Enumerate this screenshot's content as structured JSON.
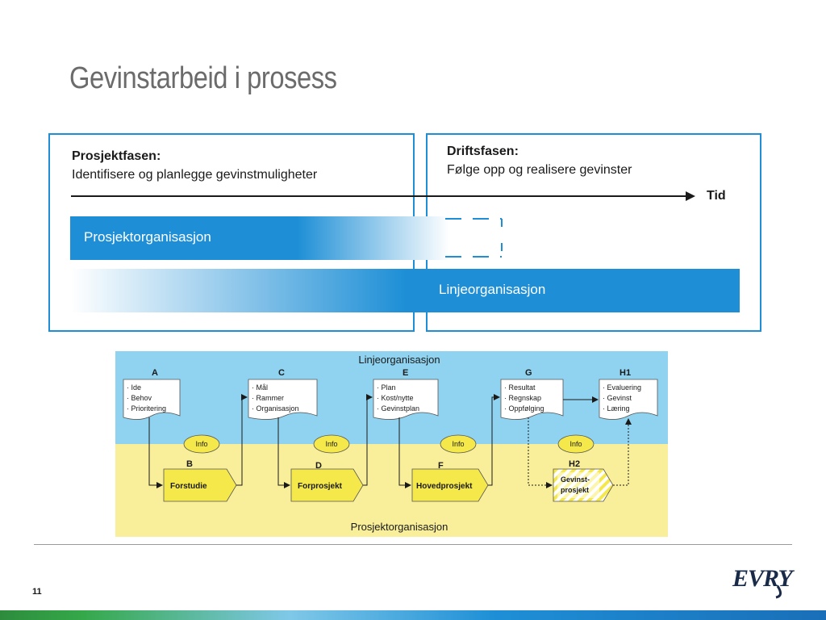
{
  "slide": {
    "title": "Gevinstarbeid i prosess",
    "page_number": "11",
    "logo_text": "EVRY"
  },
  "upper": {
    "project_phase": {
      "title": "Prosjektfasen:",
      "subtitle": "Identifisere og planlegge gevinstmuligheter"
    },
    "operation_phase": {
      "title": "Driftsfasen:",
      "subtitle": "Følge opp og realisere gevinster"
    },
    "time_label": "Tid",
    "project_org_band": "Prosjektorganisasjon",
    "line_org_band": "Linjeorganisasjon"
  },
  "lower": {
    "top_label": "Linjeorganisasjon",
    "bottom_label": "Prosjektorganisasjon",
    "colors": {
      "top_bg": "#8fd3f0",
      "bottom_bg": "#f9ef9a",
      "shape_fill": "#f5e84a"
    },
    "documents": [
      {
        "letter": "A",
        "items": [
          "· Ide",
          "· Behov",
          "· Prioritering"
        ]
      },
      {
        "letter": "C",
        "items": [
          "· Mål",
          "· Rammer",
          "· Organisasjon"
        ]
      },
      {
        "letter": "E",
        "items": [
          "· Plan",
          "· Kost/nytte",
          "· Gevinstplan"
        ]
      },
      {
        "letter": "G",
        "items": [
          "· Resultat",
          "· Regnskap",
          "· Oppfølging"
        ]
      },
      {
        "letter": "H1",
        "items": [
          "· Evaluering",
          "· Gevinst",
          "· Læring"
        ]
      }
    ],
    "info_labels": [
      "Info",
      "Info",
      "Info",
      "Info"
    ],
    "stages": [
      {
        "letter": "B",
        "label": "Forstudie"
      },
      {
        "letter": "D",
        "label": "Forprosjekt"
      },
      {
        "letter": "F",
        "label": "Hovedprosjekt"
      },
      {
        "letter": "H2",
        "label_line1": "Gevinst-",
        "label_line2": "prosjekt"
      }
    ]
  }
}
